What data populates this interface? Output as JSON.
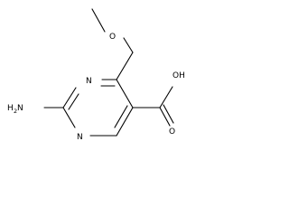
{
  "structure": {
    "atoms": {
      "methoxy_o": "O",
      "acid_o": "O",
      "hydroxyl": "OH",
      "ring_n_top": "N",
      "ring_n_bottom": "N",
      "amino_prefix": "H",
      "amino_subscript": "2",
      "amino_n": "N"
    },
    "colors": {
      "bond": "#000000",
      "label": "#000000",
      "background": "#ffffff"
    }
  }
}
